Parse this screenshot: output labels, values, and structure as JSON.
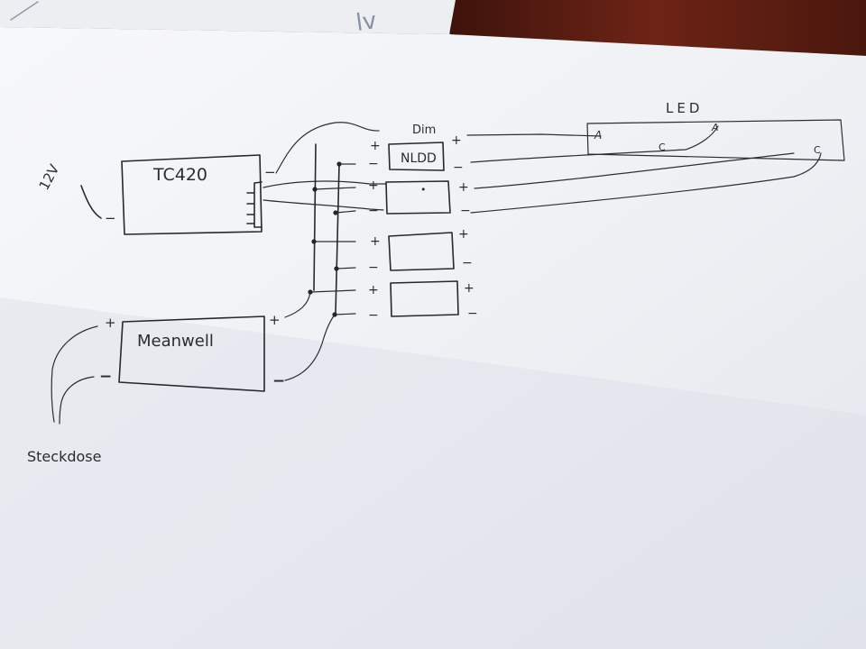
{
  "sheet": {
    "colors": {
      "paper": "#f2f3f6",
      "ink": "#26282c",
      "table": "#6a1f14",
      "shadow": "#5b5f68"
    }
  },
  "labels": {
    "supply_voltage": "12V",
    "controller": "TC420",
    "power_supply": "Meanwell",
    "driver": "NLDD",
    "dim": "Dim",
    "led": "LED",
    "socket": "Steckdose",
    "anode": "A",
    "cathode": "C",
    "plus": "+",
    "minus": "−",
    "mark": "•",
    "sheet_edge_text": "lv"
  }
}
